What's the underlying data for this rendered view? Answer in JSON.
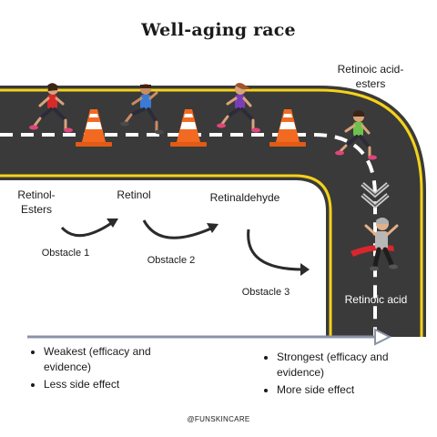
{
  "title": "Well-aging race",
  "stages": [
    {
      "name": "Retinol-\nEsters"
    },
    {
      "name": "Retinol"
    },
    {
      "name": "Retinaldehyde"
    },
    {
      "name": "Retinoic acid-\nesters"
    },
    {
      "name": "Retinoic acid"
    }
  ],
  "obstacles": [
    "Obstacle 1",
    "Obstacle 2",
    "Obstacle 3"
  ],
  "left_notes": [
    "Weakest (efficacy and evidence)",
    "Less side effect"
  ],
  "right_notes": [
    "Strongest (efficacy and evidence)",
    "More side effect"
  ],
  "footer": "@FUNSKINCARE",
  "colors": {
    "road": "#3a3a3a",
    "road_edge": "#f5d21a",
    "cone": "#f26a21",
    "arrow": "#8a93a6"
  },
  "icons": [
    "traffic-cone-icon",
    "runner-icon",
    "curved-arrow-icon",
    "chevron-down-icon",
    "finish-ribbon-icon"
  ]
}
